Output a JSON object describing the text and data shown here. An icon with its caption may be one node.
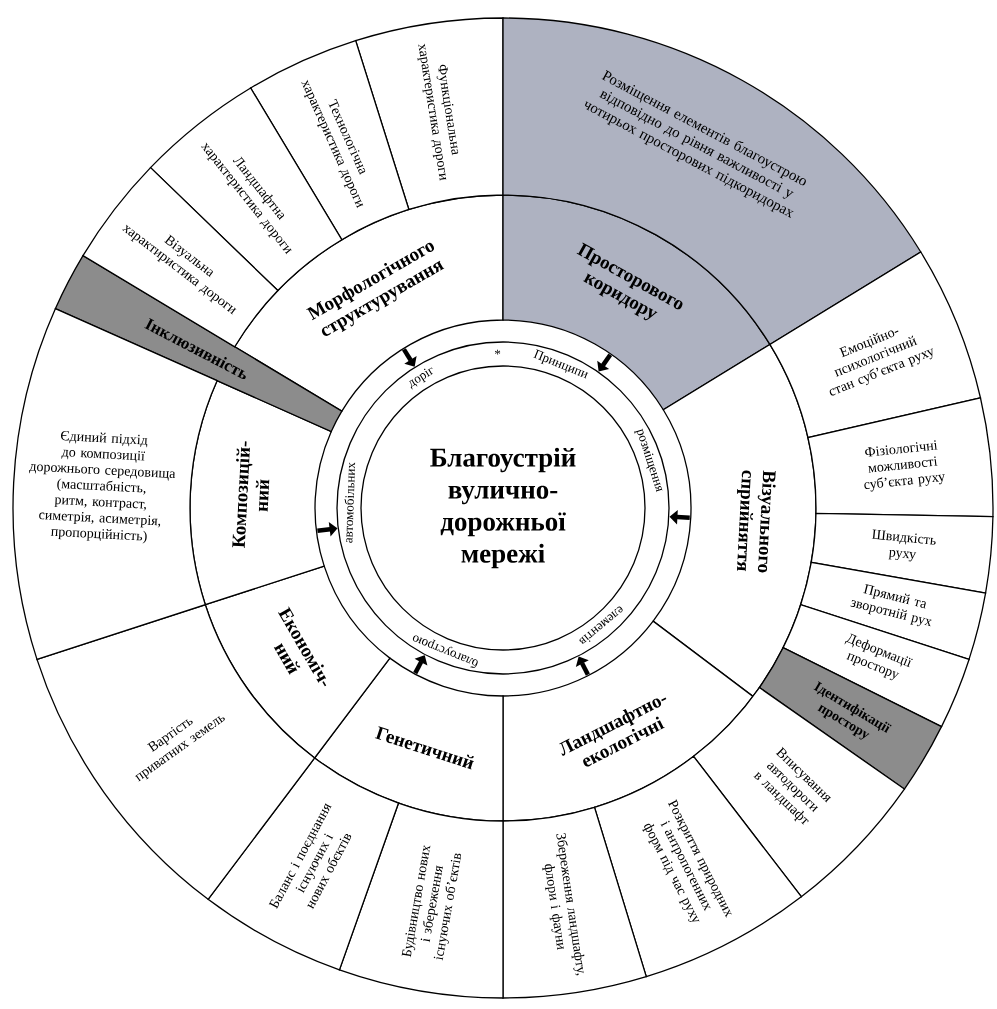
{
  "diagram": {
    "nodes": [
      {
        "text": [
          "Принципи",
          "розміщення",
          "елементів",
          "благоустрою",
          "автомобільних",
          "доріг",
          "*"
        ]
      },
      {
        "text": [
          "Благоустрій вулично-дорожньої мережі"
        ],
        "in": 0
      },
      {
        "text": [
          "Морфологічного структурування"
        ]
      },
      {
        "text": [
          "Просторового коридору"
        ]
      },
      {
        "text": [
          "Візуального сприйняття"
        ]
      },
      {
        "text": [
          "Ландшафтно-екологічні"
        ]
      },
      {
        "text": [
          "Генетичний"
        ]
      },
      {
        "text": [
          "Економіч- ний"
        ]
      },
      {
        "text": [
          "Композицій- ний"
        ]
      },
      {
        "text": [
          "Інклюзивність"
        ]
      },
      {
        "text": [
          "Функціональна характеристика дороги"
        ]
      },
      {
        "text": [
          "Технологічна характеристика дороги"
        ]
      },
      {
        "text": [
          "Ландшафтна характеристика дороги"
        ]
      },
      {
        "text": [
          "Візуальна характиристика дороги"
        ]
      },
      {
        "text": [
          "Розміщення елементів благоустрою відповідно до рівня важливості у чотирьох просторових підкоридорах"
        ]
      },
      {
        "text": [
          "Емоційно-психологічний стан суб’єкта руху"
        ]
      },
      {
        "text": [
          "Фізіологічні можливості суб’єкта руху"
        ]
      },
      {
        "text": [
          "Швидкість руху"
        ]
      },
      {
        "text": [
          "Прямий та зворотній рух"
        ]
      },
      {
        "text": [
          "Деформації простору"
        ]
      },
      {
        "text": [
          "Ідентифікації простору"
        ]
      },
      {
        "text": [
          "Вписування автодороги в ландшафт"
        ]
      },
      {
        "text": [
          "Розкриття природних і антропогенних форм під час руху"
        ]
      },
      {
        "text": [
          "Збереження ландшафту, флори і фауни"
        ]
      },
      {
        "text": [
          "Будівництво нових і збереження існуючих об’єктів"
        ]
      },
      {
        "text": [
          "Баланс і поєднання існуючих і нових обєктів"
        ]
      },
      {
        "text": [
          "Вартість приватних земель"
        ]
      },
      {
        "text": [
          "Єдиний підхід до композиції дорожнього середовища (масштабність, ритм, контраст, симетрія, асиметрія, пропорційність)"
        ]
      }
    ],
    "edges": [
      {
        "from": 2,
        "to": 0,
        "arrow": "to"
      },
      {
        "from": 3,
        "to": 0,
        "arrow": "to"
      },
      {
        "from": 4,
        "to": 0,
        "arrow": "to"
      },
      {
        "from": 5,
        "to": 0,
        "arrow": "to"
      },
      {
        "from": 6,
        "to": 0,
        "arrow": "to"
      },
      {
        "from": 8,
        "to": 0,
        "arrow": "to"
      }
    ]
  }
}
